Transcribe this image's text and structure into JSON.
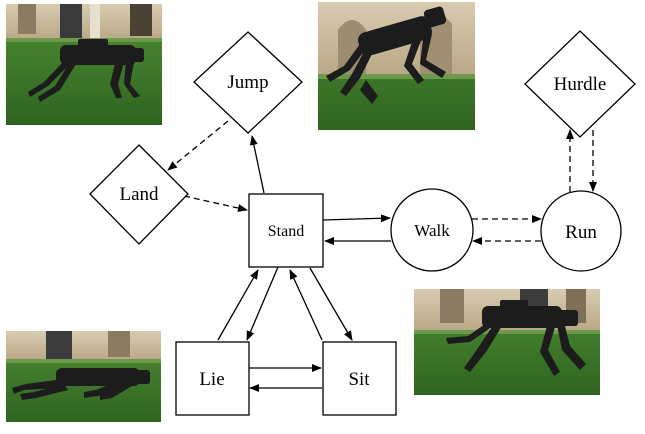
{
  "diagram": {
    "nodes": [
      {
        "id": "jump",
        "label": "Jump",
        "shape": "diamond"
      },
      {
        "id": "land",
        "label": "Land",
        "shape": "diamond"
      },
      {
        "id": "hurdle",
        "label": "Hurdle",
        "shape": "diamond"
      },
      {
        "id": "stand",
        "label": "Stand",
        "shape": "rectangle"
      },
      {
        "id": "walk",
        "label": "Walk",
        "shape": "circle"
      },
      {
        "id": "run",
        "label": "Run",
        "shape": "circle"
      },
      {
        "id": "lie",
        "label": "Lie",
        "shape": "rectangle"
      },
      {
        "id": "sit",
        "label": "Sit",
        "shape": "rectangle"
      }
    ],
    "edges": [
      {
        "from": "stand",
        "to": "jump",
        "style": "solid"
      },
      {
        "from": "jump",
        "to": "land",
        "style": "dashed"
      },
      {
        "from": "land",
        "to": "stand",
        "style": "dashed"
      },
      {
        "from": "stand",
        "to": "walk",
        "style": "solid"
      },
      {
        "from": "walk",
        "to": "stand",
        "style": "solid"
      },
      {
        "from": "walk",
        "to": "run",
        "style": "dashed"
      },
      {
        "from": "run",
        "to": "walk",
        "style": "dashed"
      },
      {
        "from": "run",
        "to": "hurdle",
        "style": "dashed"
      },
      {
        "from": "hurdle",
        "to": "run",
        "style": "dashed"
      },
      {
        "from": "stand",
        "to": "lie",
        "style": "solid"
      },
      {
        "from": "lie",
        "to": "stand",
        "style": "solid"
      },
      {
        "from": "stand",
        "to": "sit",
        "style": "solid"
      },
      {
        "from": "sit",
        "to": "stand",
        "style": "solid"
      },
      {
        "from": "lie",
        "to": "sit",
        "style": "solid"
      },
      {
        "from": "sit",
        "to": "lie",
        "style": "solid"
      }
    ],
    "photos": [
      {
        "id": "photo-standing-walk",
        "depicts": "robot-dog-walking"
      },
      {
        "id": "photo-jumping",
        "depicts": "robot-dog-jumping"
      },
      {
        "id": "photo-running",
        "depicts": "robot-dog-running"
      },
      {
        "id": "photo-lying",
        "depicts": "robot-dog-lying"
      }
    ],
    "colors": {
      "stroke": "#000000",
      "grass": "#3f7a2c",
      "wall": "#c9b89a",
      "robot": "#1c1c1c"
    }
  }
}
